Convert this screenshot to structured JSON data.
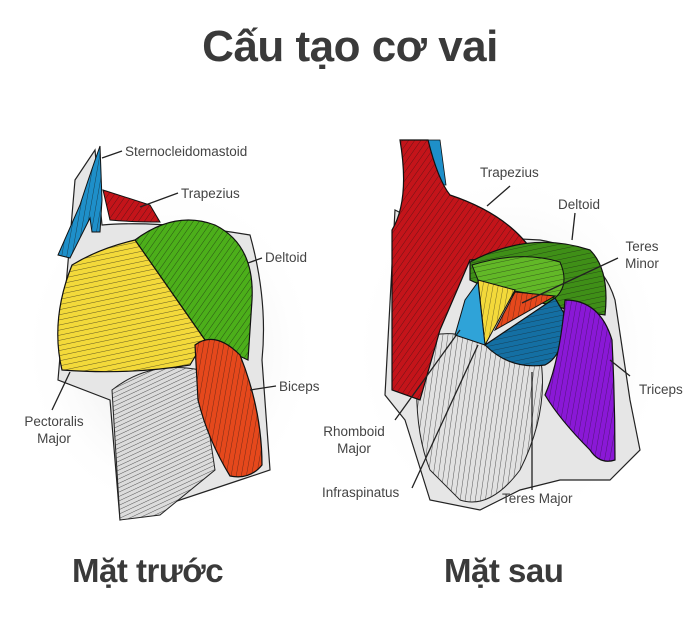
{
  "title": "Cấu tạo cơ vai",
  "views": [
    {
      "id": "front",
      "caption": "Mặt trước",
      "labels": [
        {
          "name": "sternocleidomastoid",
          "text": "Sternocleidomastoid",
          "color": "#1e8fc9"
        },
        {
          "name": "trapezius",
          "text": "Trapezius",
          "color": "#c4141a"
        },
        {
          "name": "deltoid",
          "text": "Deltoid",
          "color": "#4caf1a"
        },
        {
          "name": "biceps",
          "text": "Biceps",
          "color": "#e5481c"
        },
        {
          "name": "pectoralis-major",
          "text": "Pectoralis Major",
          "line1": "Pectoralis",
          "line2": "Major",
          "color": "#f3d93a"
        }
      ]
    },
    {
      "id": "back",
      "caption": "Mặt sau",
      "labels": [
        {
          "name": "trapezius",
          "text": "Trapezius",
          "color": "#c4141a"
        },
        {
          "name": "deltoid",
          "text": "Deltoid",
          "color": "#3f8f17"
        },
        {
          "name": "teres-minor",
          "text": "Teres Minor",
          "line1": "Teres",
          "line2": "Minor",
          "color": "#e5481c"
        },
        {
          "name": "triceps",
          "text": "Triceps",
          "color": "#8a18d6"
        },
        {
          "name": "rhomboid-major",
          "text": "Rhomboid Major",
          "line1": "Rhomboid",
          "line2": "Major",
          "color": "#d8d8d8"
        },
        {
          "name": "infraspinatus",
          "text": "Infraspinatus",
          "color": "#146fa3"
        },
        {
          "name": "teres-major",
          "text": "Teres Major",
          "color": "#1e8fc9"
        }
      ]
    }
  ]
}
